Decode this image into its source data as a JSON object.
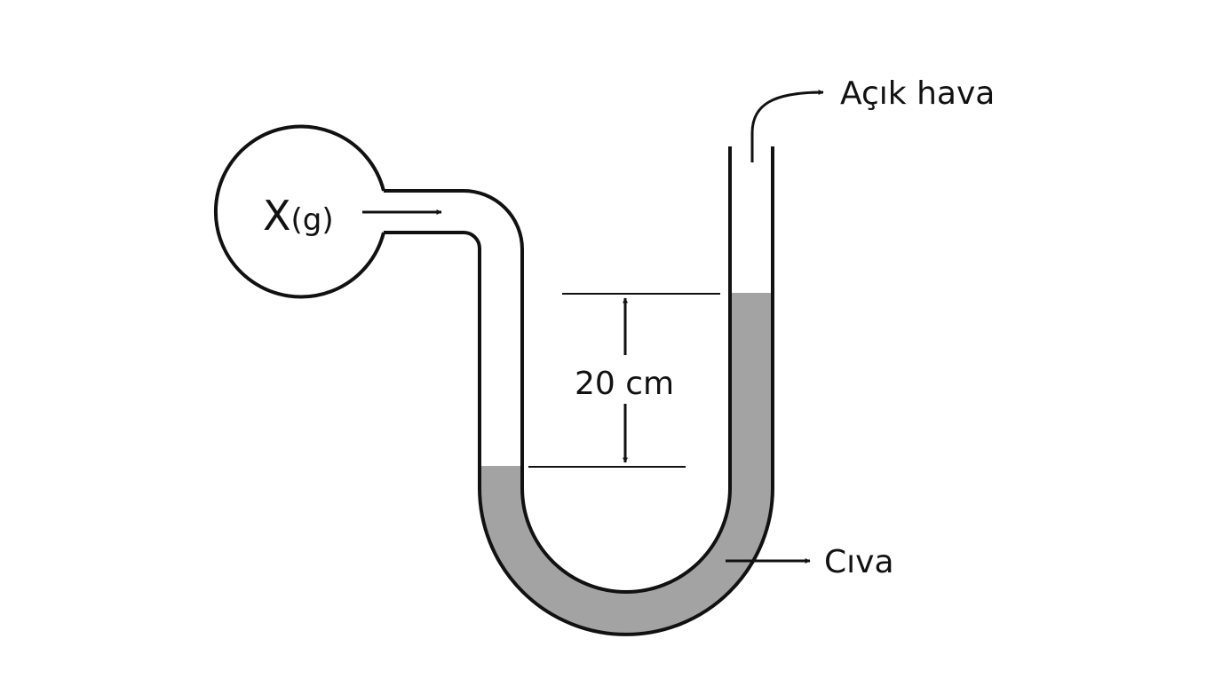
{
  "labels": {
    "gas": "X",
    "gas_state": "(g)",
    "height": "20 cm",
    "open_air": "Açık hava",
    "liquid": "Cıva"
  },
  "colors": {
    "outline": "#111111",
    "mercury": "#a3a3a3",
    "background": "#ffffff"
  },
  "manometer": {
    "type": "open-end",
    "level_difference": 20,
    "level_difference_unit": "cm"
  }
}
